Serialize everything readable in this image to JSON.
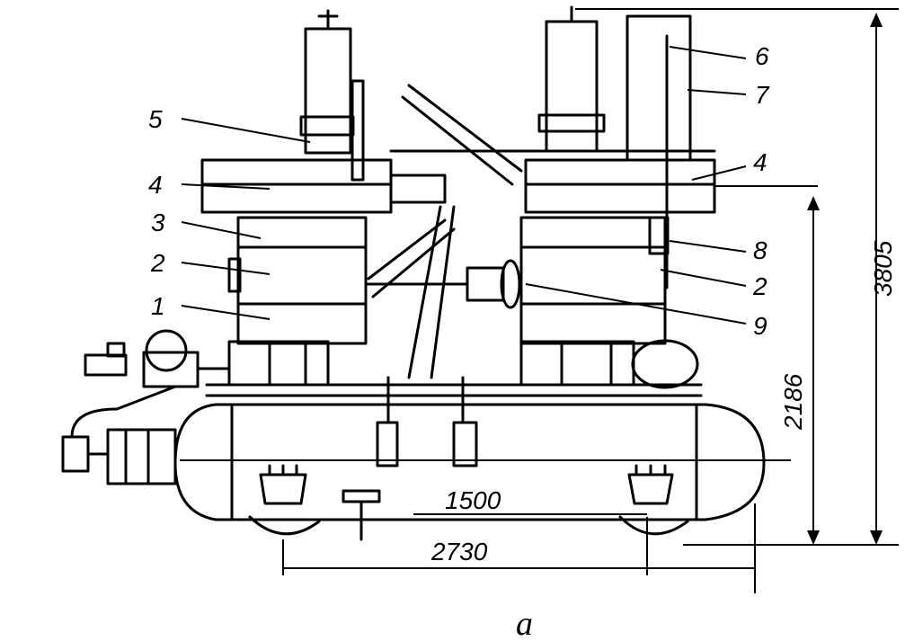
{
  "labels": {
    "l1": "1",
    "l2a": "2",
    "l2b": "2",
    "l3": "3",
    "l4a": "4",
    "l4b": "4",
    "l5": "5",
    "l6": "6",
    "l7": "7",
    "l8": "8",
    "l9": "9"
  },
  "dimensions": {
    "total_height": "3805",
    "platform_height": "2186",
    "inner_length": "1500",
    "overall_length": "2730"
  },
  "caption": "a"
}
